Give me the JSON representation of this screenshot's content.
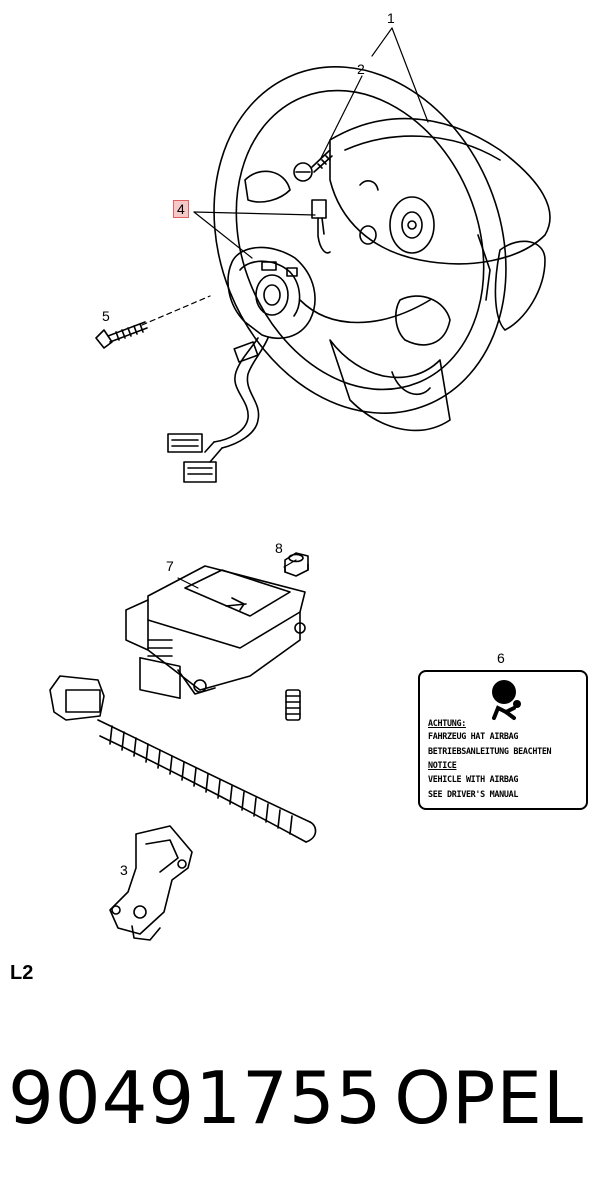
{
  "callouts": {
    "c1": "1",
    "c2": "2",
    "c3": "3",
    "c4": "4",
    "c5": "5",
    "c6": "6",
    "c7": "7",
    "c8": "8"
  },
  "warning_label": {
    "line1": "ACHTUNG:",
    "line2": "FAHRZEUG HAT AIRBAG",
    "line3": "BETRIEBSANLEITUNG BEACHTEN",
    "line4": "NOTICE",
    "line5": "VEHICLE WITH AIRBAG",
    "line6": "SEE DRIVER'S MANUAL",
    "icon": "airbag-passenger-icon"
  },
  "page_id": "L2",
  "part_number": "90491755",
  "brand": "OPEL",
  "colors": {
    "highlight_fill": "#f6c9c9",
    "highlight_border": "#e06060",
    "line": "#000000"
  }
}
